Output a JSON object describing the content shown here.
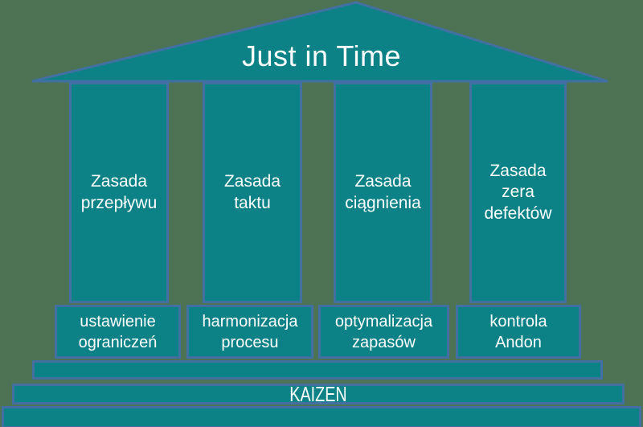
{
  "diagram": {
    "title": "Just in Time",
    "pillars": [
      {
        "label": "Zasada\nprzepływu"
      },
      {
        "label": "Zasada\ntaktu"
      },
      {
        "label": "Zasada\nciągnienia"
      },
      {
        "label": "Zasada zera\ndefektów"
      }
    ],
    "plinths": [
      {
        "label": "ustawienie\nograniczeń"
      },
      {
        "label": "harmonizacja\nprocesu"
      },
      {
        "label": "optymalizacja\nzapasów"
      },
      {
        "label": "kontrola\nAndon"
      }
    ],
    "foundation": {
      "label": "KAIZEN"
    }
  },
  "colors": {
    "background": "#4d7254",
    "shape_fill": "#0c8287",
    "shape_border": "#4270a2",
    "text": "#ffffff"
  }
}
